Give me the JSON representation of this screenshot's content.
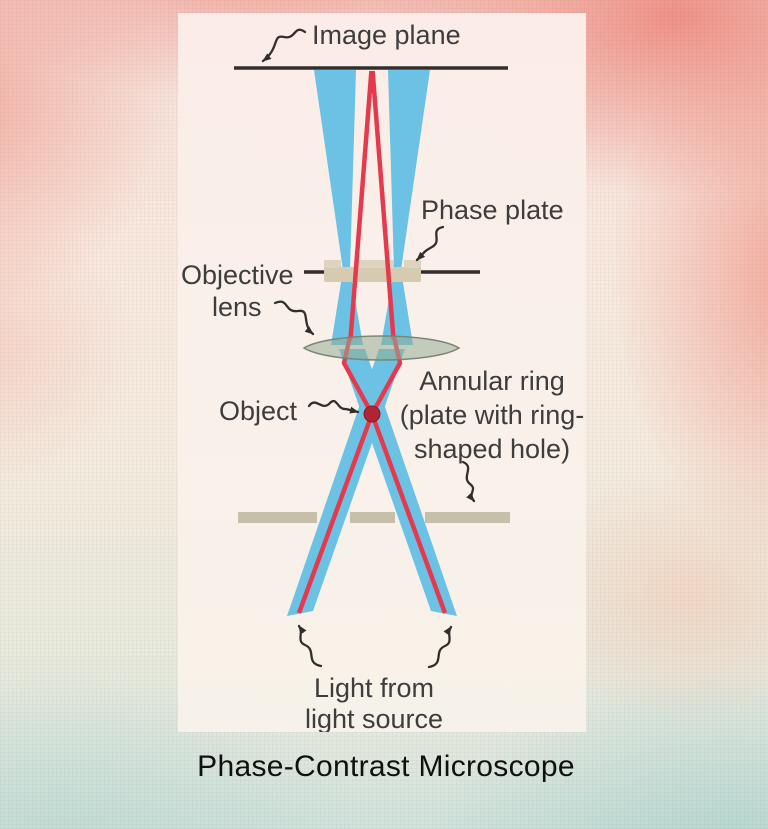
{
  "caption": "Phase-Contrast Microscope",
  "diagram": {
    "labels": {
      "image_plane": "Image plane",
      "phase_plate": "Phase plate",
      "objective_line1": "Objective",
      "objective_line2": "lens",
      "object": "Object",
      "annular_line1": "Annular ring",
      "annular_line2": "(plate with ring-",
      "annular_line3": "shaped hole)",
      "light_line1": "Light from",
      "light_line2": "light source"
    },
    "colors": {
      "beam_blue": "#6cc2e4",
      "ray_red": "#e5394e",
      "object_dot": "#b02433",
      "plate_tan": "#d6cbb1",
      "plate_tab": "#ded4bd",
      "annular_tan": "#c6bfa9",
      "lens_green": "#96ae94",
      "line_dark": "#332e2b",
      "label_gray": "#3d3d3d"
    }
  }
}
